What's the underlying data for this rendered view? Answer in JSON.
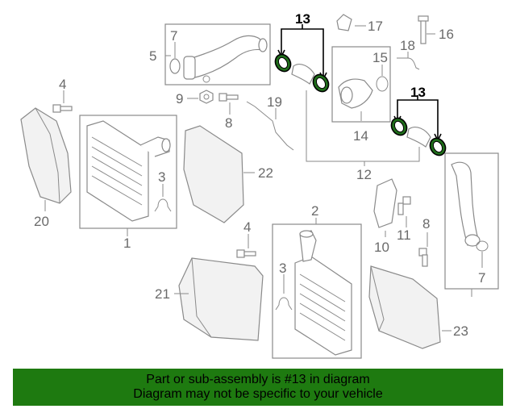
{
  "callouts": {
    "n1": "1",
    "n2": "2",
    "n3a": "3",
    "n3b": "3",
    "n4a": "4",
    "n4b": "4",
    "n5": "5",
    "n7a": "7",
    "n7b": "7",
    "n8a": "8",
    "n8b": "8",
    "n9": "9",
    "n10": "10",
    "n11": "11",
    "n12": "12",
    "n13a": "13",
    "n13b": "13",
    "n14": "14",
    "n15": "15",
    "n16": "16",
    "n17": "17",
    "n18": "18",
    "n19": "19",
    "n20": "20",
    "n21": "21",
    "n22": "22",
    "n23": "23"
  },
  "highlight": {
    "part_number": "13",
    "color": "#1f6e1a"
  },
  "banner": {
    "line1": "Part or sub-assembly is #13 in diagram",
    "line2": "Diagram may not be specific to your vehicle",
    "color": "#1e7a10"
  }
}
